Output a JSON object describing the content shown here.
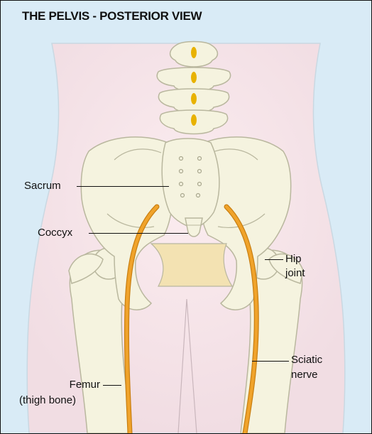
{
  "figure": {
    "title": "THE PELVIS - POSTERIOR VIEW",
    "labels": {
      "sacrum": "Sacrum",
      "coccyx": "Coccyx",
      "hip_joint_line1": "Hip",
      "hip_joint_line2": "joint",
      "sciatic_line1": "Sciatic",
      "sciatic_line2": "nerve",
      "femur_line1": "Femur",
      "femur_line2": "(thigh bone)"
    },
    "colors": {
      "background": "#d9ebf6",
      "skin": "#f4e4e8",
      "bone": "#f5f3df",
      "bone_outline": "#b9b79e",
      "cartilage": "#f3e2b2",
      "nerve": "#f0a32b",
      "vertebral_disc": "#e8b200"
    }
  }
}
